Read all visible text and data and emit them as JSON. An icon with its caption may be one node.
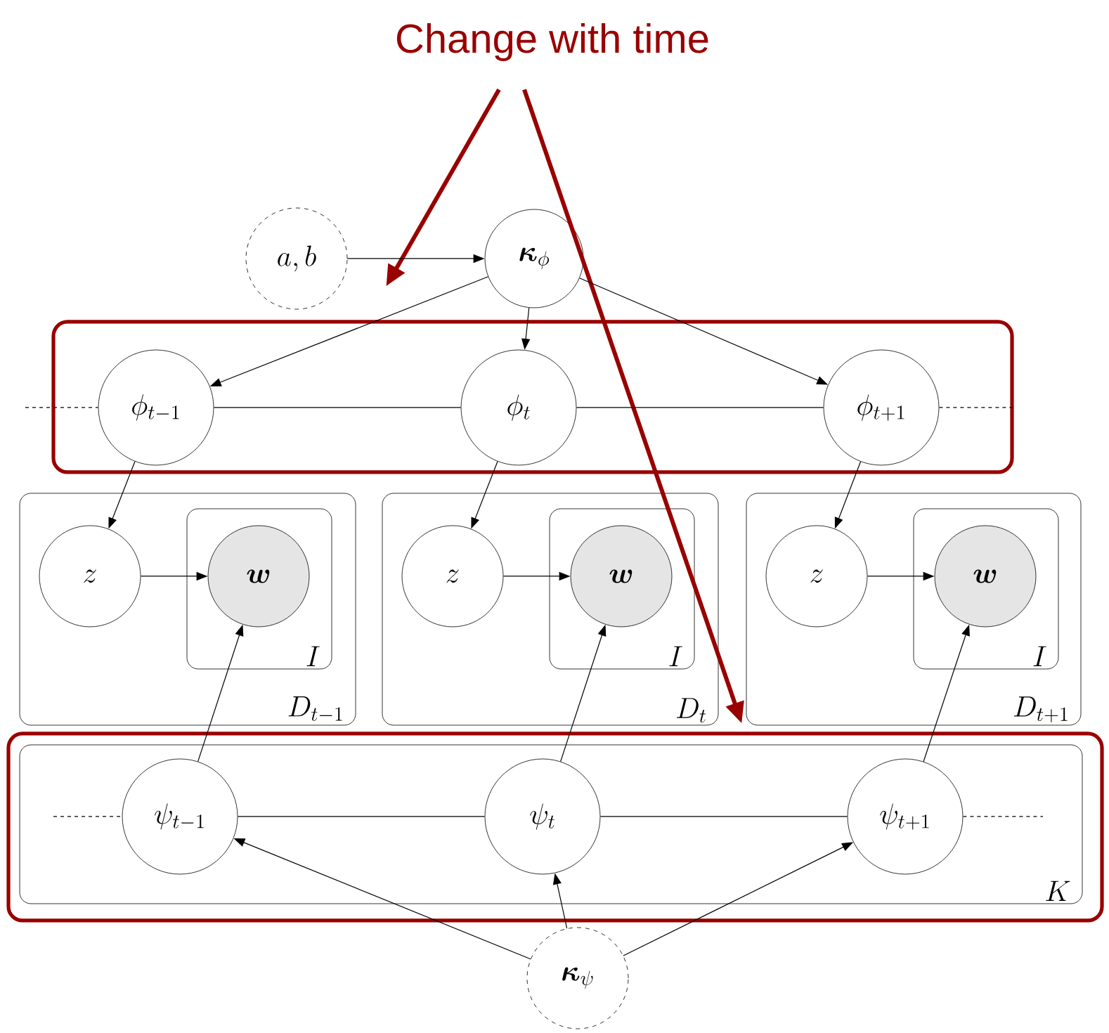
{
  "diagram": {
    "nodes": [
      {
        "text": [
          "Change with time"
        ]
      },
      {
        "text": [
          "a, b"
        ]
      },
      {
        "text": [
          "\\boldsymbol{\\kappa}_{\\phi}"
        ]
      },
      {
        "text": [],
        "shape": "box"
      },
      {
        "text": [
          "\\phi_{t-1}"
        ],
        "in": 3
      },
      {
        "text": [
          "\\phi_{t}"
        ],
        "in": 3
      },
      {
        "text": [
          "\\phi_{t+1}"
        ],
        "in": 3
      },
      {
        "text": [
          "D_{t-1}"
        ]
      },
      {
        "text": [
          "z"
        ],
        "in": 7
      },
      {
        "text": [
          "I"
        ],
        "in": 7
      },
      {
        "text": [
          "\\boldsymbol{w}"
        ],
        "in": 9
      },
      {
        "text": [
          "D_{t}"
        ]
      },
      {
        "text": [
          "z"
        ],
        "in": 11
      },
      {
        "text": [
          "I"
        ],
        "in": 11
      },
      {
        "text": [
          "\\boldsymbol{w}"
        ],
        "in": 13
      },
      {
        "text": [
          "D_{t+1}"
        ]
      },
      {
        "text": [
          "z"
        ],
        "in": 15
      },
      {
        "text": [
          "I"
        ],
        "in": 15
      },
      {
        "text": [
          "\\boldsymbol{w}"
        ],
        "in": 17
      },
      {
        "text": [],
        "shape": "box"
      },
      {
        "text": [
          "K"
        ],
        "in": 19
      },
      {
        "text": [
          "\\psi_{t-1}"
        ],
        "in": 20
      },
      {
        "text": [
          "\\psi_{t}"
        ],
        "in": 20
      },
      {
        "text": [
          "\\psi_{t+1}"
        ],
        "in": 20
      },
      {
        "text": [
          "\\boldsymbol{\\kappa}_{\\psi}"
        ]
      }
    ],
    "edges": [
      {
        "from": 0,
        "to": 3,
        "arrow": "to",
        "style": "thick",
        "color": "#990000"
      },
      {
        "from": 0,
        "to": 19,
        "arrow": "to",
        "style": "thick",
        "color": "#990000"
      },
      {
        "from": 1,
        "to": 2,
        "arrow": "to"
      },
      {
        "from": 2,
        "to": 4,
        "arrow": "to"
      },
      {
        "from": 2,
        "to": 5,
        "arrow": "to"
      },
      {
        "from": 2,
        "to": 6,
        "arrow": "to"
      },
      {
        "from": null,
        "to": 4,
        "arrow": "none",
        "style": "dashed"
      },
      {
        "from": 4,
        "to": 5,
        "arrow": "none"
      },
      {
        "from": 5,
        "to": 6,
        "arrow": "none"
      },
      {
        "from": 6,
        "to": null,
        "arrow": "none",
        "style": "dashed"
      },
      {
        "from": 4,
        "to": 8,
        "arrow": "to"
      },
      {
        "from": 5,
        "to": 12,
        "arrow": "to"
      },
      {
        "from": 6,
        "to": 16,
        "arrow": "to"
      },
      {
        "from": 8,
        "to": 10,
        "arrow": "to"
      },
      {
        "from": 12,
        "to": 14,
        "arrow": "to"
      },
      {
        "from": 16,
        "to": 18,
        "arrow": "to"
      },
      {
        "from": 21,
        "to": 10,
        "arrow": "to"
      },
      {
        "from": 22,
        "to": 14,
        "arrow": "to"
      },
      {
        "from": 23,
        "to": 18,
        "arrow": "to"
      },
      {
        "from": null,
        "to": 21,
        "arrow": "none",
        "style": "dashed"
      },
      {
        "from": 21,
        "to": 22,
        "arrow": "none"
      },
      {
        "from": 22,
        "to": 23,
        "arrow": "none"
      },
      {
        "from": 23,
        "to": null,
        "arrow": "none",
        "style": "dashed"
      },
      {
        "from": 24,
        "to": 21,
        "arrow": "to"
      },
      {
        "from": 24,
        "to": 22,
        "arrow": "to"
      },
      {
        "from": 24,
        "to": 23,
        "arrow": "to"
      }
    ]
  }
}
